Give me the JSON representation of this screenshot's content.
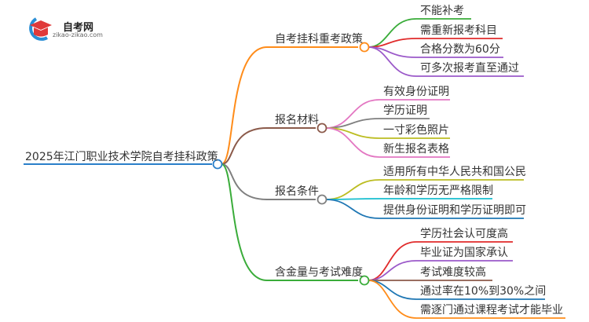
{
  "logo": {
    "title": "自考网",
    "url": "zikao-zikao.com"
  },
  "root": {
    "label": "2025年江门职业技术学院自考挂科政策",
    "color": "#2a7fc9"
  },
  "branches": [
    {
      "label": "自考挂科重考政策",
      "color": "#ff8c1a",
      "children": [
        {
          "label": "不能补考",
          "color": "#3aac3a"
        },
        {
          "label": "需重新报考科目",
          "color": "#e02b2b"
        },
        {
          "label": "合格分数为60分",
          "color": "#9b59c9"
        },
        {
          "label": "可多次报考直至通过",
          "color": "#9b59c9"
        }
      ]
    },
    {
      "label": "报名材料",
      "color": "#8b5a4a",
      "children": [
        {
          "label": "有效身份证明",
          "color": "#e377c2"
        },
        {
          "label": "学历证明",
          "color": "#7f7f7f"
        },
        {
          "label": "一寸彩色照片",
          "color": "#bcbd22"
        },
        {
          "label": "新生报名表格",
          "color": "#e377c2"
        }
      ]
    },
    {
      "label": "报名条件",
      "color": "#7f7f7f",
      "children": [
        {
          "label": "适用所有中华人民共和国公民",
          "color": "#bcbd22"
        },
        {
          "label": "年龄和学历无严格限制",
          "color": "#17becf"
        },
        {
          "label": "提供身份证明和学历证明即可",
          "color": "#1f77b4"
        }
      ]
    },
    {
      "label": "含金量与考试难度",
      "color": "#3aac3a",
      "children": [
        {
          "label": "学历社会认可度高",
          "color": "#e02b2b"
        },
        {
          "label": "毕业证为国家承认",
          "color": "#9b59c9"
        },
        {
          "label": "考试难度较高",
          "color": "#8b5a4a"
        },
        {
          "label": "通过率在10%到30%之间",
          "color": "#1f77b4"
        },
        {
          "label": "需逐门通过课程考试才能毕业",
          "color": "#ff8c1a"
        }
      ]
    }
  ]
}
